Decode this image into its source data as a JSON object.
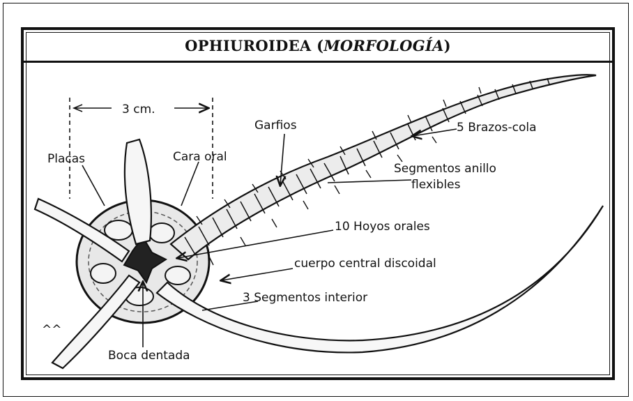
{
  "title": {
    "main": "OPHIUROIDEA (",
    "italic": "MORFOLOGÍA",
    "close": ")"
  },
  "labels": {
    "scale": "3 cm.",
    "garfios": "Garfios",
    "brazos": "5 Brazos-cola",
    "placas": "Placas",
    "cara_oral": "Cara oral",
    "segmentos_anillo": "Segmentos anillo",
    "flexibles": "flexibles",
    "hoyos": "10 Hoyos orales",
    "cuerpo": "cuerpo central discoidal",
    "segmentos_interior": "3 Segmentos interior",
    "boca": "Boca dentada",
    "signature": "^^"
  }
}
